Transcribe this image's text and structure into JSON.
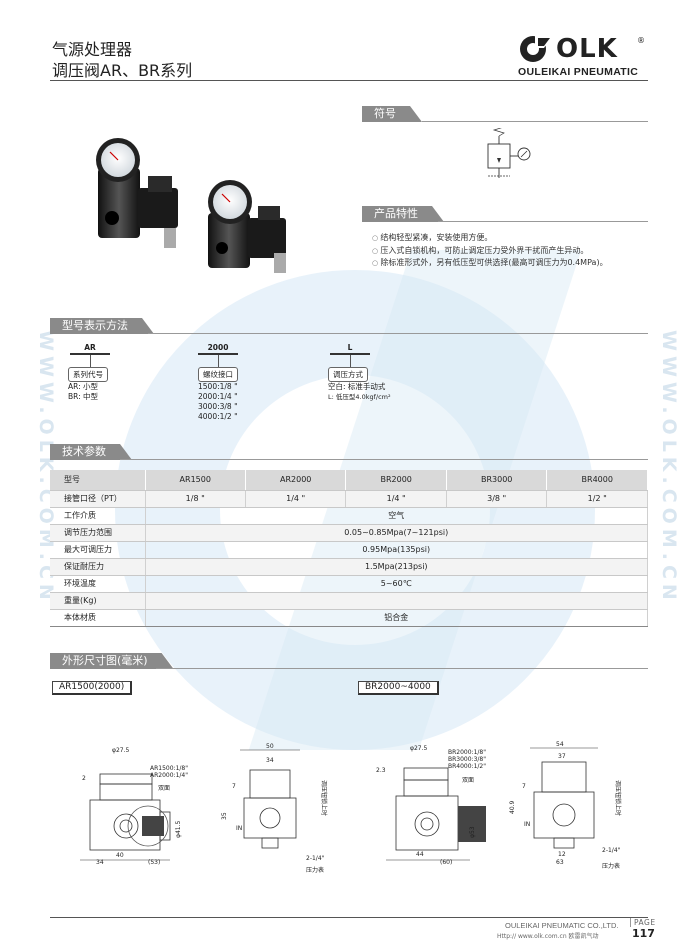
{
  "header": {
    "title_line1": "气源处理器",
    "title_line2": "调压阀AR、BR系列",
    "logo_text": "OLK",
    "logo_reg": "®",
    "logo_sub": "OULEIKAI PNEUMATIC"
  },
  "watermark": {
    "side_text": "WWW.OLK.COM.CN"
  },
  "sections": {
    "symbol": "符号",
    "features": "产品特性",
    "model": "型号表示方法",
    "tech": "技术参数",
    "dims": "外形尺寸图(毫米)"
  },
  "features": [
    "结构轻型紧凑，安装使用方便。",
    "压入式自锁机构，可防止调定压力受外界干扰而产生异动。",
    "除标准形式外，另有低压型可供选择(最高可调压力为0.4MPa)。"
  ],
  "model_code": {
    "seg1": {
      "code": "AR",
      "label": "系列代号",
      "desc": [
        "AR: 小型",
        "BR: 中型"
      ]
    },
    "seg2": {
      "code": "2000",
      "label": "螺纹接口",
      "desc": [
        "1500:1/8 \"",
        "2000:1/4 \"",
        "3000:3/8 \"",
        "4000:1/2 \""
      ]
    },
    "seg3": {
      "code": "L",
      "label": "调压方式",
      "desc": [
        "空白: 标准手动式",
        "L: 低压型4.0kgf/cm²"
      ]
    }
  },
  "spec_table": {
    "headers": [
      "型号",
      "AR1500",
      "AR2000",
      "BR2000",
      "BR3000",
      "BR4000"
    ],
    "port_row": {
      "label": "接管口径（PT）",
      "values": [
        "1/8 \"",
        "1/4 \"",
        "1/4 \"",
        "3/8 \"",
        "1/2 \""
      ]
    },
    "rows": [
      {
        "label": "工作介质",
        "value": "空气"
      },
      {
        "label": "调节压力范围",
        "value": "0.05~0.85Mpa(7~121psi)"
      },
      {
        "label": "最大可调压力",
        "value": "0.95Mpa(135psi)"
      },
      {
        "label": "保证耐压力",
        "value": "1.5Mpa(213psi)"
      },
      {
        "label": "环境温度",
        "value": "5~60℃"
      },
      {
        "label": "重量(Kg)",
        "value": ""
      },
      {
        "label": "本体材质",
        "value": "铝合金"
      }
    ]
  },
  "dimension": {
    "label_ar": "AR1500(2000)",
    "label_br": "BR2000~4000",
    "ar_notes": [
      "AR1500:1/8\"",
      "AR2000:1/4\""
    ],
    "br_notes": [
      "BR2000:1/8\"",
      "BR3000:3/8\"",
      "BR4000:1/2\""
    ],
    "double_face": "双面",
    "gauge": "压力表",
    "lock_text": "调压钮锁上时",
    "in_label": "IN",
    "ar_dims": {
      "d_knob": "φ27.5",
      "w34": "34",
      "w40": "40",
      "w53": "(53)",
      "h2": "2",
      "d41": "φ41.5",
      "w50": "50",
      "w34b": "34",
      "h35": "35",
      "h7": "7",
      "g14": "2-1/4\""
    },
    "br_dims": {
      "d_knob": "φ27.5",
      "h23": "2.3",
      "w44": "44",
      "w60": "(60)",
      "d53": "φ53",
      "w54": "54",
      "w37": "37",
      "h40": "40.9",
      "h7": "7",
      "w12": "12",
      "w63": "63",
      "g14": "2-1/4\""
    }
  },
  "footer": {
    "company": "OULEIKAI PNEUMATIC CO.,LTD.",
    "url": "Http:// www.olk.com.cn 欧雷凯气动",
    "page_label": "PAGE",
    "page_number": "117"
  }
}
